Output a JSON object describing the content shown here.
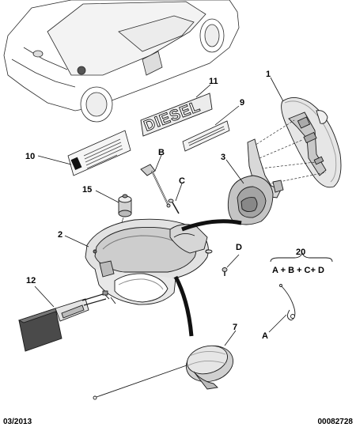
{
  "callouts": {
    "c1": "1",
    "c2": "2",
    "c3": "3",
    "c7": "7",
    "c9": "9",
    "c10": "10",
    "c11": "11",
    "c12": "12",
    "c15": "15",
    "c20": "20",
    "cA": "A",
    "cB": "B",
    "cC": "C",
    "cD": "D"
  },
  "formula": "A + B + C+ D",
  "diesel_label": "DIESEL",
  "footer": {
    "date": "03/2013",
    "ref": "00082728"
  },
  "colors": {
    "line": "#1a1a1a",
    "part_fill": "#e4e4e4",
    "part_dark": "#b8b8b8",
    "paper": "#ffffff"
  }
}
